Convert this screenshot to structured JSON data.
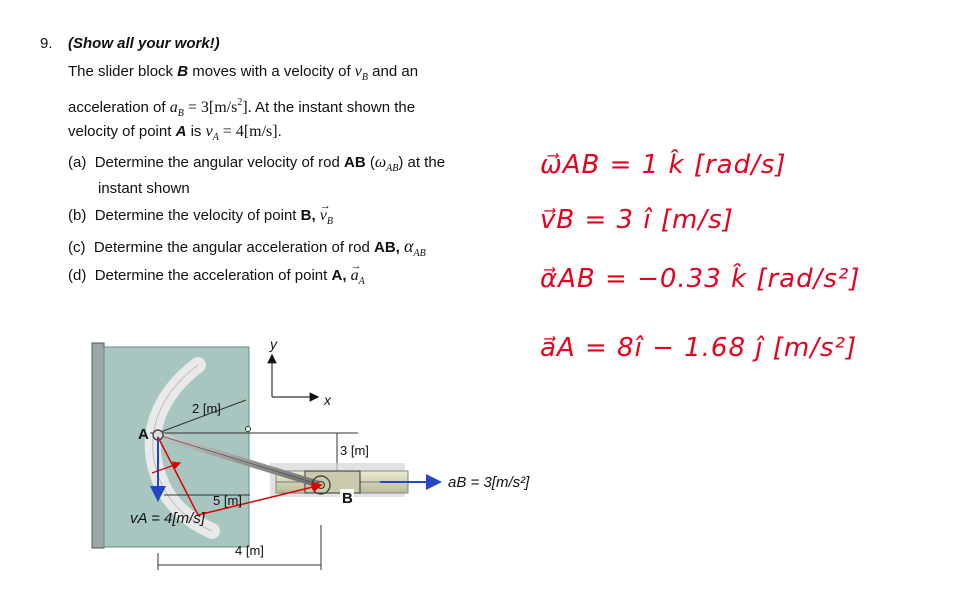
{
  "problem": {
    "number": "9.",
    "instruction": "(Show all your work!)",
    "line1_pre": "The slider block ",
    "line1_B": "B",
    "line1_mid": " moves with a velocity of ",
    "vB_sym": "v",
    "vB_sub": "B",
    "line1_post": " and an",
    "line2_pre": "acceleration of ",
    "aB_sym": "a",
    "aB_sub": "B",
    "aB_val": " = 3[m/s",
    "sq": "2",
    "aB_close": "].",
    "line2_post": " At the instant shown the",
    "line3_pre": "velocity of point ",
    "line3_A": "A",
    "line3_mid": " is ",
    "vA_sym": "v",
    "vA_sub": "A",
    "vA_val": " = 4[m/s]",
    "line3_post": ".",
    "a_label": "(a)",
    "a_text": "Determine the angular velocity of rod ",
    "a_AB": "AB",
    "a_paren_open": " (",
    "a_omega": "ω",
    "a_omega_sub": "AB",
    "a_paren_close": ") at the",
    "a_text2": "instant shown",
    "b_label": "(b)",
    "b_text": "Determine the velocity of point ",
    "b_B": "B,",
    "b_sym": "v",
    "b_sub": "B",
    "c_label": "(c)",
    "c_text": "Determine the angular acceleration of rod ",
    "c_AB": "AB,",
    "c_alpha": "α",
    "c_sub": "AB",
    "d_label": "(d)",
    "d_text": "Determine the acceleration of point ",
    "d_A": "A,",
    "d_sym": "a",
    "d_sub": "A"
  },
  "answers": {
    "omega": "ω⃗AB = 1 k̂ [rad/s]",
    "vB": "v⃗B = 3 î [m/s]",
    "alpha": "α⃗AB = −0.33 k̂ [rad/s²]",
    "aA": "a⃗A = 8î − 1.68 ĵ [m/s²]"
  },
  "figure": {
    "y_axis": "y",
    "x_axis": "x",
    "radius_label": "2 [m]",
    "point_A": "A",
    "point_B": "B",
    "dim_3m": "3 [m]",
    "dim_5m": "5 [m]",
    "dim_4m": "4 [m]",
    "vA_label": "vA = 4[m/s]",
    "aB_label": "aB = 3[m/s²]"
  },
  "colors": {
    "handwriting": "#e8001c",
    "plate": "#a7c6c0",
    "arrow_blue": "#2248c8",
    "dimension_red": "#e00000",
    "rod": "#8a8a8a"
  }
}
